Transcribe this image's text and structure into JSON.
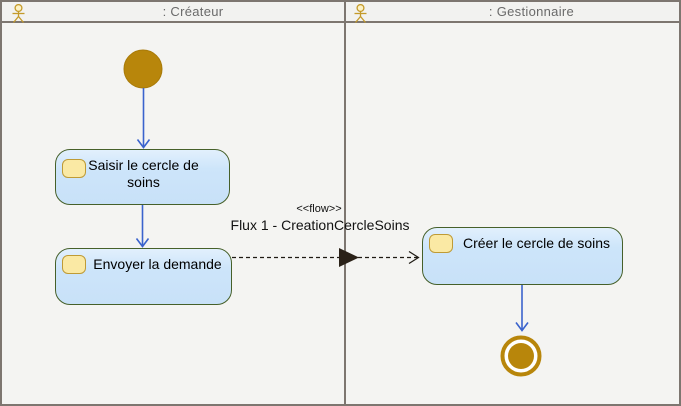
{
  "diagram": {
    "lanes": [
      {
        "title": ": Créateur"
      },
      {
        "title": ": Gestionnaire"
      }
    ],
    "activities": [
      {
        "id": "a1",
        "label": "Saisir le cercle de soins"
      },
      {
        "id": "a2",
        "label": "Envoyer la demande"
      },
      {
        "id": "a3",
        "label": "Créer le cercle de soins"
      }
    ],
    "flow": {
      "stereotype": "<<flow>>",
      "name": "Flux 1 - CreationCercleSoins"
    },
    "colors": {
      "node_gold": "#b8860b",
      "activity_fill": "#cde5fa",
      "activity_border": "#46602a",
      "sub_icon_fill": "#fae9a4",
      "sub_icon_border": "#bf9b36",
      "arrow_blue": "#3a63cd",
      "flow_line": "#1f1b14",
      "frame": "#7d7670",
      "lane_title_text": "#6a6a6a"
    }
  }
}
